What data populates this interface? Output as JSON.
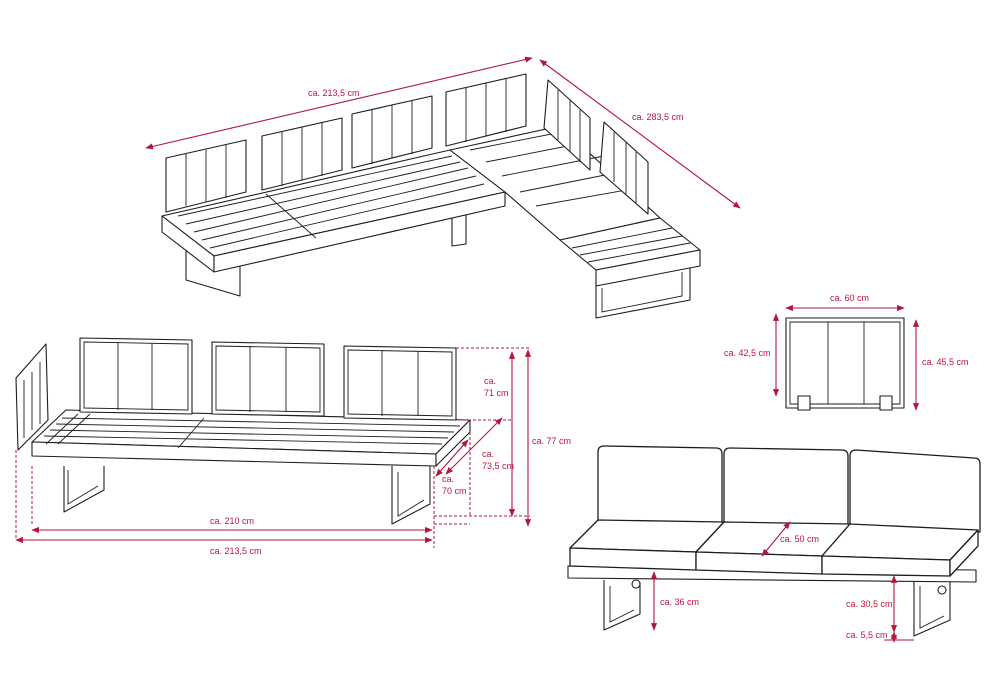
{
  "dimensions": {
    "corner_top_width": "ca. 213,5 cm",
    "corner_diag_length": "ca. 283,5 cm",
    "backrest_width": "ca. 60 cm",
    "backrest_height_inner": "ca. 42,5 cm",
    "backrest_height_outer": "ca. 45,5 cm",
    "sofa_back_height_line1": "ca.",
    "sofa_back_height_line2": "71 cm",
    "sofa_total_height": "ca. 77 cm",
    "sofa_depth_outer": "ca.",
    "sofa_depth_outer_2": "73,5 cm",
    "sofa_depth_inner": "ca.",
    "sofa_depth_inner_2": "70 cm",
    "sofa_width_inner": "ca. 210 cm",
    "sofa_width_outer": "ca. 213,5 cm",
    "cushion_depth": "ca. 50 cm",
    "seat_height": "ca. 36 cm",
    "frame_height": "ca. 30,5 cm",
    "foot_height": "ca. 5,5 cm"
  },
  "colors": {
    "dimension": "#b3173d",
    "outline": "#1e1e1e"
  }
}
